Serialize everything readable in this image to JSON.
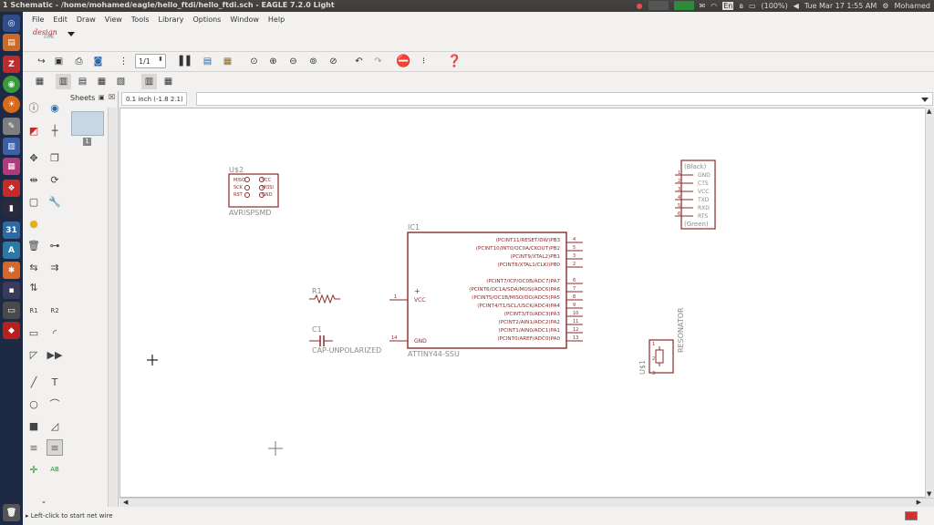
{
  "window_title": "1 Schematic - /home/mohamed/eagle/hello_ftdi/hello_ftdi.sch - EAGLE 7.2.0 Light",
  "tray": {
    "battery": "(100%)",
    "datetime": "Tue Mar 17  1:55 AM",
    "user": "Mohamed",
    "keyboard": "En"
  },
  "menu": [
    "File",
    "Edit",
    "Draw",
    "View",
    "Tools",
    "Library",
    "Options",
    "Window",
    "Help"
  ],
  "logo": {
    "line1": "design",
    "line2": "link"
  },
  "toolbar": {
    "page": "1/1"
  },
  "sheets": {
    "title": "Sheets",
    "number": "1"
  },
  "coords": "0.1 inch (-1.8 2.1)",
  "status": "Left-click to start net wire",
  "colors": {
    "part": "#8a2a2a",
    "label": "#8a8a8a",
    "accent": "#c4262e"
  },
  "launcher_icons": [
    "dash-icon",
    "files-icon",
    "filezilla-icon",
    "chrome-icon",
    "firefox-icon",
    "text-editor-icon",
    "writer-icon",
    "impress-icon",
    "popcorn-icon",
    "terminal-icon",
    "calendar-icon",
    "update-icon",
    "settings-icon",
    "eagle-icon"
  ],
  "schematic": {
    "avrisp": {
      "name": "U$2",
      "value": "AVRISPSMD",
      "pins_left": [
        "MISO",
        "SCK",
        "RST"
      ],
      "pins_right": [
        "VCC",
        "MOSI",
        "GND"
      ]
    },
    "ftdi": {
      "top": "(Black)",
      "bottom": "(Green)",
      "pins": [
        "GND",
        "CTS",
        "VCC",
        "TXD",
        "RXD",
        "RTS"
      ],
      "nums": [
        "1",
        "2",
        "3",
        "4",
        "5",
        "6"
      ]
    },
    "ic1": {
      "name": "IC1",
      "value": "ATTINY44-SSU",
      "pins": [
        {
          "label": "(PCINT11/RESET/DW)PB3",
          "num": "4"
        },
        {
          "label": "(PCINT10/INT0/OC0A/CKOUT)PB2",
          "num": "5"
        },
        {
          "label": "(PCINT9/XTAL2)PB1",
          "num": "3"
        },
        {
          "label": "(PCINT8/XTAL1/CLKI)PB0",
          "num": "2"
        },
        {
          "label": "(PCINT7/ICP/OC0B/ADC7)PA7",
          "num": "6"
        },
        {
          "label": "(PCINT6/OC1A/SDA/MOSI/ADC6)PA6",
          "num": "7"
        },
        {
          "label": "(PCINT5/OC1B/MISO/DO/ADC5)PA5",
          "num": "8"
        },
        {
          "label": "(PCINT4/T1/SCL/USCK/ADC4)PA4",
          "num": "9"
        },
        {
          "label": "(PCINT3/T0/ADC3)PA3",
          "num": "10"
        },
        {
          "label": "(PCINT2/AIN1/ADC2)PA2",
          "num": "11"
        },
        {
          "label": "(PCINT1/AIN0/ADC1)PA1",
          "num": "12"
        },
        {
          "label": "(PCINT0/AREF/ADC0)PA0",
          "num": "13"
        }
      ],
      "vcc": "VCC",
      "vcc_num": "1",
      "gnd": "GND",
      "gnd_num": "14",
      "plus": "+"
    },
    "r1": {
      "name": "R1"
    },
    "c1": {
      "name": "C1",
      "value": "CAP-UNPOLARIZED"
    },
    "resonator": {
      "name": "U$1",
      "value": "RESONATOR",
      "nums": [
        "1",
        "2",
        "3"
      ]
    }
  }
}
